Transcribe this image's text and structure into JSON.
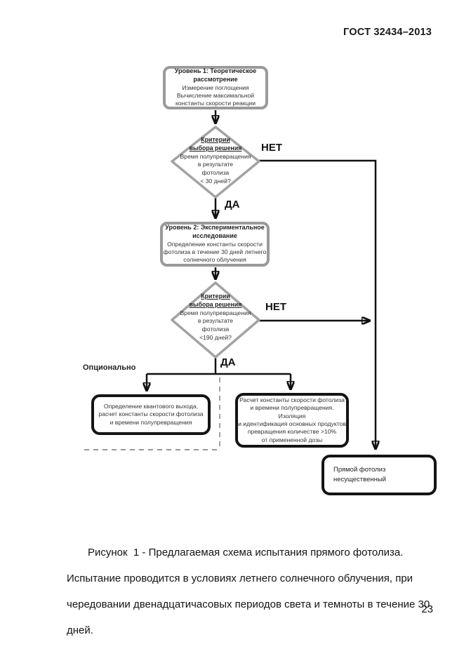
{
  "header": {
    "doc_number": "ГОСТ 32434–2013"
  },
  "flowchart": {
    "level1": {
      "title": "Уровень 1: Теоретическое\nрассмотрение",
      "body": "Измерение поглощения\nВычисление максимальной\nконстанты скорости реакции"
    },
    "decision1": {
      "heading": "Критерии\nвыбора решения",
      "body": "Время полупревращения\nв результате\nфотолиза\n< 30 дней?",
      "no_label": "НЕТ",
      "yes_label": "ДА"
    },
    "level2": {
      "title": "Уровень 2: Экспериментальное\nисследование",
      "body": "Определение константы скорости\nфотолиза в течение 30 дней летнего\nсолнечного облучения"
    },
    "decision2": {
      "heading": "Критерии\nвыбора решения",
      "body": "Время полупревращения\nв результате\nфотолиза\n<190 дней?",
      "no_label": "НЕТ",
      "yes_label": "ДА"
    },
    "optional_label": "Опционально",
    "optional_box_left": {
      "body": "Определение квантового выхода,\nрасчет константы скорости фотолиза\nи времени полупревращения"
    },
    "optional_box_right": {
      "body": "Расчет константы скорости фотолиза\nи времени полупревращения. Изоляция\nи идентификация основных продуктов\nпревращения количестве >10%\nот примененной дозы"
    },
    "result_box": {
      "body": "Прямой фотолиз\nнесущественный"
    }
  },
  "caption": {
    "line1": "Рисунок  1 - Предлагаемая схема испытания прямого фотолиза.",
    "line2": "Испытание проводится в условиях летнего солнечного облучения, при",
    "line3": "чередовании двенадцатичасовых периодов света и темноты в течение 30",
    "line4": "дней."
  },
  "page_number": "23",
  "colors": {
    "connector": "#111111",
    "gray_node_border": "#9a9a9a",
    "black_node_border": "#141414",
    "dashed_line": "#777777",
    "background": "#ffffff"
  }
}
